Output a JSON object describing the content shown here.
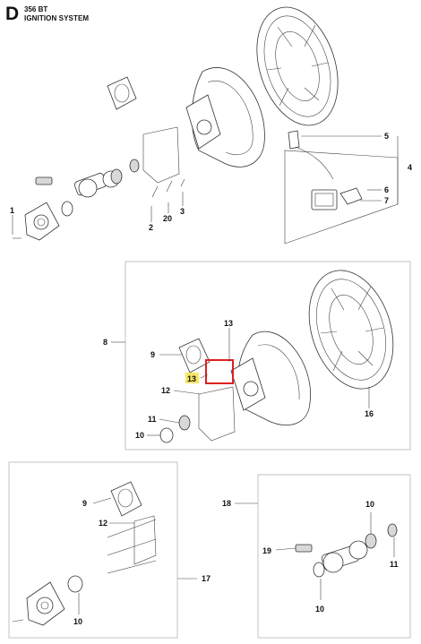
{
  "header": {
    "section_letter": "D",
    "model": "356 BT",
    "title": "IGNITION SYSTEM"
  },
  "highlight": {
    "part": "13",
    "highlight_color": "#f5e663",
    "frame_color": "#e02020"
  },
  "callouts": {
    "top": [
      "1",
      "2",
      "20",
      "3",
      "5",
      "4",
      "6",
      "7"
    ],
    "middle": [
      "8",
      "9",
      "13",
      "13",
      "12",
      "11",
      "10",
      "16"
    ],
    "bottom_left": [
      "9",
      "12",
      "17",
      "10"
    ],
    "bottom_right": [
      "18",
      "10",
      "19",
      "11",
      "10"
    ]
  },
  "icons": [
    "crankshaft-icon",
    "flywheel-icon",
    "ignition-coil-icon",
    "crankcase-icon",
    "gasket-icon",
    "bearing-icon",
    "screw-icon",
    "spark-plug-cap-icon"
  ]
}
